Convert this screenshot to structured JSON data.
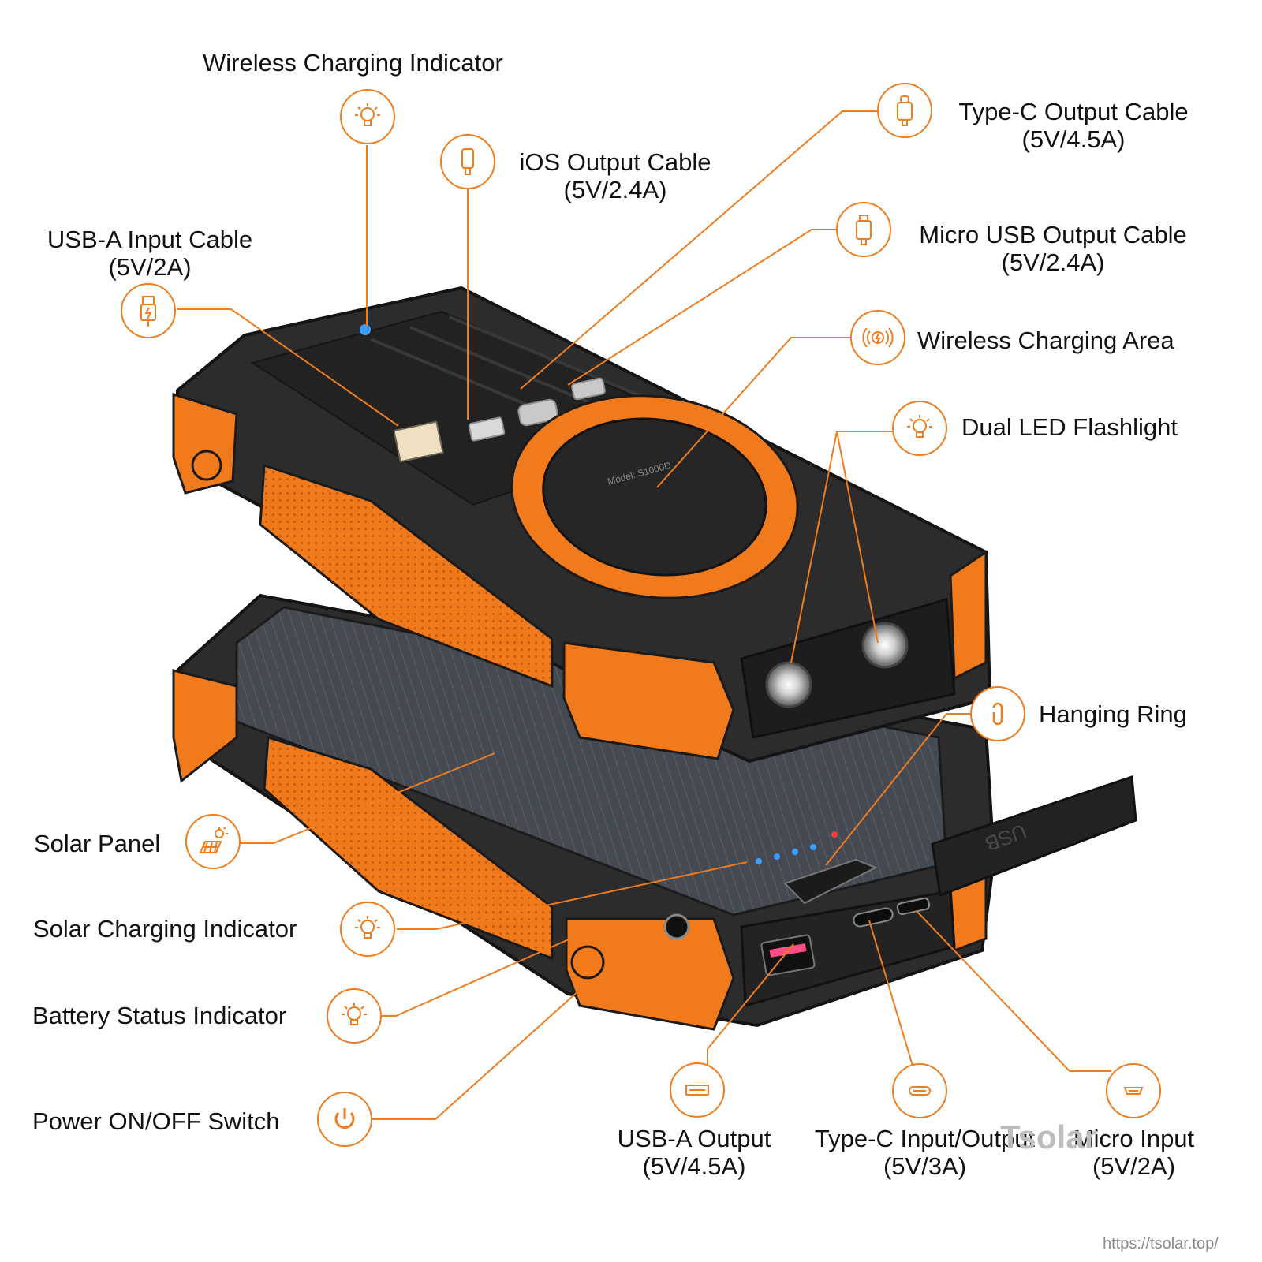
{
  "labels": {
    "wireless_indicator": "Wireless Charging Indicator",
    "ios_cable": {
      "line1": "iOS Output Cable",
      "line2": "(5V/2.4A)"
    },
    "usba_input": {
      "line1": "USB-A Input Cable",
      "line2": "(5V/2A)"
    },
    "typec_cable": {
      "line1": "Type-C Output Cable",
      "line2": "(5V/4.5A)"
    },
    "micro_cable": {
      "line1": "Micro USB Output Cable",
      "line2": "(5V/2.4A)"
    },
    "wireless_area": "Wireless Charging Area",
    "flashlight": "Dual LED Flashlight",
    "hanging_ring": "Hanging Ring",
    "solar_panel": "Solar Panel",
    "solar_indicator": "Solar Charging Indicator",
    "battery_indicator": "Battery Status Indicator",
    "power_switch": "Power ON/OFF Switch",
    "usba_output": {
      "line1": "USB-A Output",
      "line2": "(5V/4.5A)"
    },
    "typec_io": {
      "line1": "Type-C Input/Output",
      "line2": "(5V/3A)"
    },
    "micro_input": {
      "line1": "Micro Input",
      "line2": "(5V/2A)"
    }
  },
  "product": {
    "model_text": "Model: S1000D",
    "port_cover_text": "USB"
  },
  "brand": "Tsolar",
  "url": "https://tsolar.top/",
  "colors": {
    "accent": "#ee7d1f",
    "body": "#2c2c2c",
    "outline": "#1a1a1a",
    "led_blue": "#3aa0ff",
    "led_red": "#ff3b2f"
  }
}
